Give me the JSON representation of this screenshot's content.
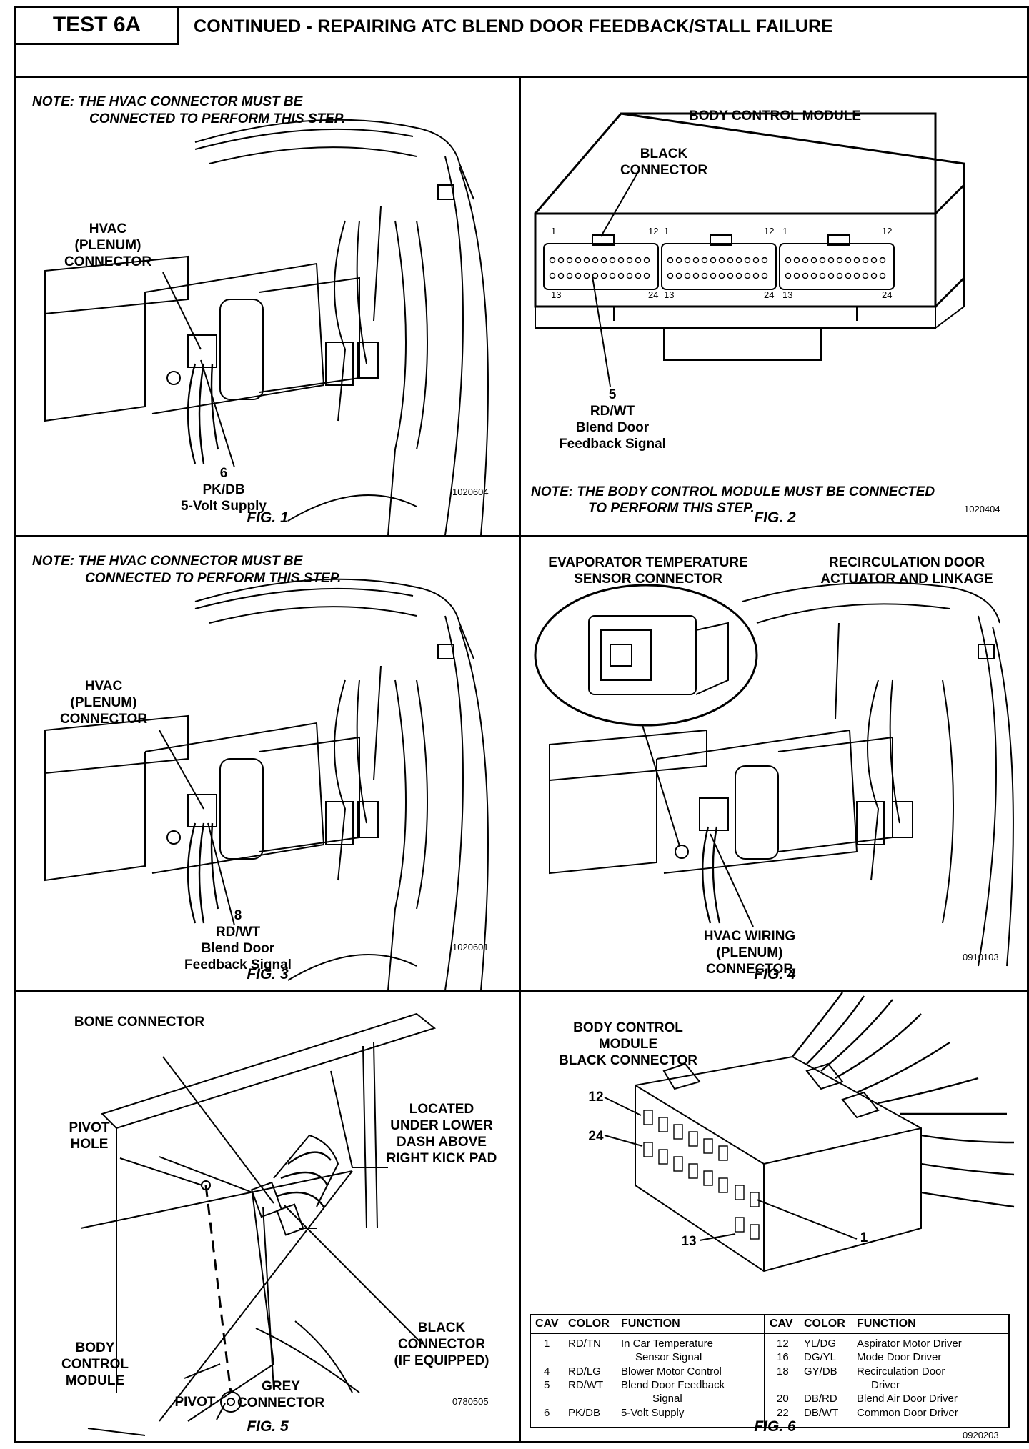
{
  "header": {
    "test_label": "TEST 6A",
    "title": "CONTINUED - REPAIRING ATC BLEND DOOR FEEDBACK/STALL FAILURE"
  },
  "fig1": {
    "note_line1": "NOTE:  THE HVAC CONNECTOR MUST BE",
    "note_line2": "CONNECTED TO PERFORM THIS STEP.",
    "label_connector": [
      "HVAC",
      "(PLENUM)",
      "CONNECTOR"
    ],
    "cavity": "6",
    "color": "PK/DB",
    "function": "5-Volt Supply",
    "code": "1020604",
    "caption": "FIG. 1"
  },
  "fig2": {
    "module_title": "BODY CONTROL MODULE",
    "connector_label": [
      "BLACK",
      "CONNECTOR"
    ],
    "pins_top": [
      "1",
      "12",
      "1",
      "12",
      "1",
      "12"
    ],
    "pins_bottom": [
      "13",
      "24",
      "13",
      "24",
      "13",
      "24"
    ],
    "cavity": "5",
    "color": "RD/WT",
    "function_line1": "Blend Door",
    "function_line2": "Feedback Signal",
    "note_line1": "NOTE:  THE BODY CONTROL MODULE MUST BE CONNECTED",
    "note_line2": "TO PERFORM THIS STEP.",
    "code": "1020404",
    "caption": "FIG. 2"
  },
  "fig3": {
    "note_line1": "NOTE:  THE HVAC CONNECTOR MUST BE",
    "note_line2": "CONNECTED TO PERFORM THIS STEP.",
    "label_connector": [
      "HVAC",
      "(PLENUM)",
      "CONNECTOR"
    ],
    "cavity": "8",
    "color": "RD/WT",
    "function_line1": "Blend Door",
    "function_line2": "Feedback Signal",
    "code": "1020601",
    "caption": "FIG. 3"
  },
  "fig4": {
    "label_evap": [
      "EVAPORATOR TEMPERATURE",
      "SENSOR CONNECTOR"
    ],
    "label_recirc": [
      "RECIRCULATION DOOR",
      "ACTUATOR AND LINKAGE"
    ],
    "label_hvac": [
      "HVAC WIRING",
      "(PLENUM)",
      "CONNECTOR"
    ],
    "code": "0910103",
    "caption": "FIG. 4"
  },
  "fig5": {
    "bone": "BONE CONNECTOR",
    "pivot_hole": [
      "PIVOT",
      "HOLE"
    ],
    "located": [
      "LOCATED",
      "UNDER LOWER",
      "DASH ABOVE",
      "RIGHT KICK PAD"
    ],
    "bcm": [
      "BODY",
      "CONTROL",
      "MODULE"
    ],
    "pivot": "PIVOT",
    "grey": [
      "GREY",
      "CONNECTOR"
    ],
    "black": [
      "BLACK",
      "CONNECTOR",
      "(IF EQUIPPED)"
    ],
    "code": "0780505",
    "caption": "FIG. 5"
  },
  "fig6": {
    "title": [
      "BODY CONTROL",
      "MODULE",
      "BLACK CONNECTOR"
    ],
    "pin_12": "12",
    "pin_24": "24",
    "pin_13": "13",
    "pin_1": "1",
    "table_headers": {
      "cav": "CAV",
      "color": "COLOR",
      "function": "FUNCTION"
    },
    "left_rows": [
      {
        "cav": "1",
        "color": "RD/TN",
        "function": "In Car Temperature",
        "cont": "Sensor Signal"
      },
      {
        "cav": "4",
        "color": "RD/LG",
        "function": "Blower Motor Control",
        "cont": ""
      },
      {
        "cav": "5",
        "color": "RD/WT",
        "function": "Blend Door Feedback",
        "cont": "Signal"
      },
      {
        "cav": "6",
        "color": "PK/DB",
        "function": "5-Volt Supply",
        "cont": ""
      }
    ],
    "right_rows": [
      {
        "cav": "12",
        "color": "YL/DG",
        "function": "Aspirator Motor Driver",
        "cont": ""
      },
      {
        "cav": "16",
        "color": "DG/YL",
        "function": "Mode Door Driver",
        "cont": ""
      },
      {
        "cav": "18",
        "color": "GY/DB",
        "function": "Recirculation Door",
        "cont": "Driver"
      },
      {
        "cav": "20",
        "color": "DB/RD",
        "function": "Blend Air Door Driver",
        "cont": ""
      },
      {
        "cav": "22",
        "color": "DB/WT",
        "function": "Common Door Driver",
        "cont": ""
      }
    ],
    "code": "0920203",
    "caption": "FIG. 6"
  }
}
